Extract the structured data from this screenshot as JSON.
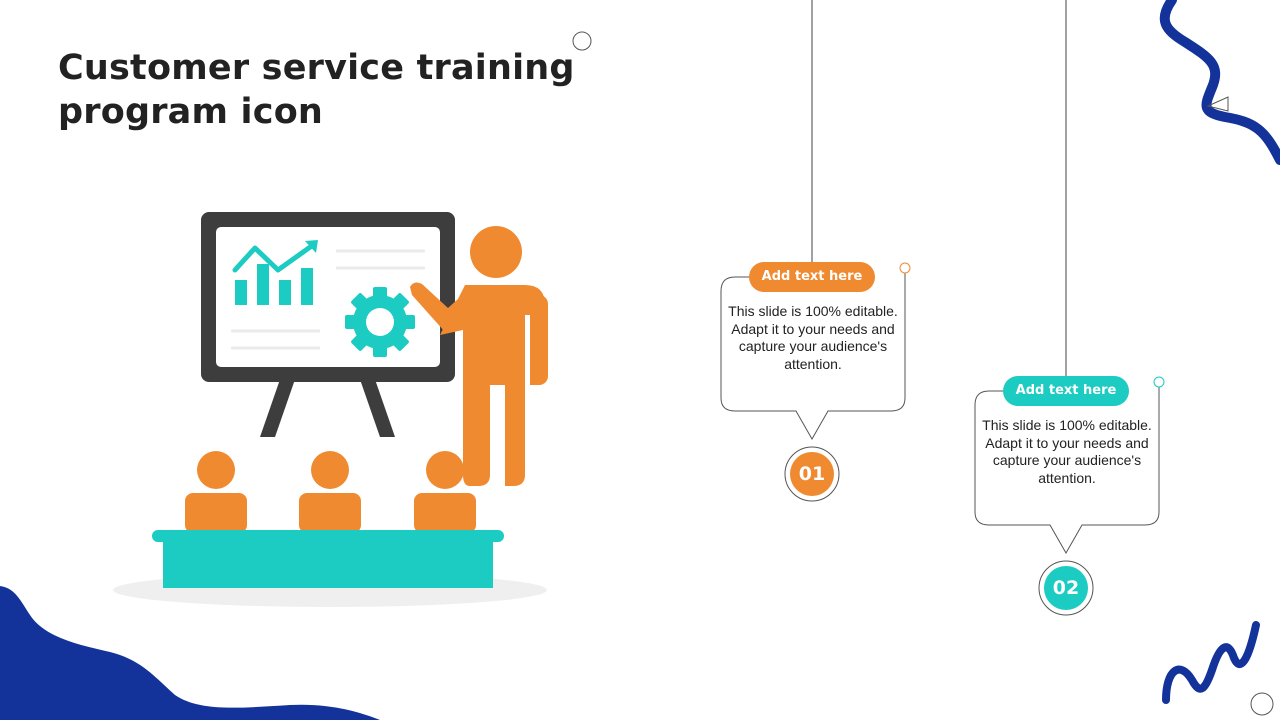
{
  "slide": {
    "title": "Customer service training program icon",
    "colors": {
      "orange": "#ef8a30",
      "teal": "#1ccbc1",
      "navy": "#13339a",
      "dark_gray": "#3d3d3d",
      "text": "#222222"
    },
    "illustration": {
      "icon": "presentation-trainer-with-audience",
      "elements": [
        "whiteboard-with-chart",
        "gear-icon",
        "trainer-figure",
        "audience-figures",
        "desk"
      ]
    },
    "callouts": [
      {
        "heading": "Add text here",
        "body": "This slide is 100% editable. Adapt it to your needs and capture your audience's attention.",
        "number": "01",
        "color": "#ef8a30"
      },
      {
        "heading": "Add text here",
        "body": "This slide is 100% editable. Adapt it to your needs and capture your audience's attention.",
        "number": "02",
        "color": "#1ccbc1"
      }
    ]
  }
}
